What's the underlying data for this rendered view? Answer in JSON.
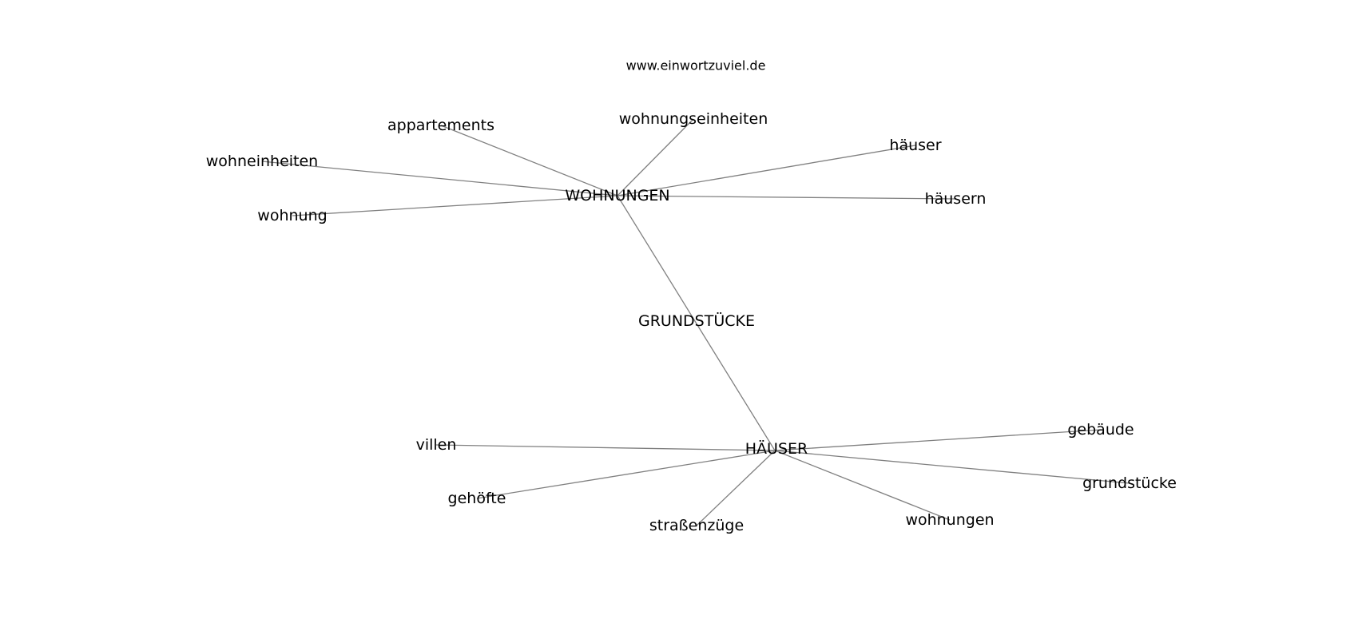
{
  "watermark": "www.einwortzuviel.de",
  "graph": {
    "nodes": [
      {
        "id": "wohnungen_hub",
        "label": "WOHNUNGEN"
      },
      {
        "id": "haeuser_hub",
        "label": "HÄUSER"
      },
      {
        "id": "grundstuecke_hub",
        "label": "GRUNDSTÜCKE"
      },
      {
        "id": "appartements",
        "label": "appartements"
      },
      {
        "id": "wohnungseinheiten",
        "label": "wohnungseinheiten"
      },
      {
        "id": "haeuser_small",
        "label": "häuser"
      },
      {
        "id": "wohneinheiten",
        "label": "wohneinheiten"
      },
      {
        "id": "wohnung",
        "label": "wohnung"
      },
      {
        "id": "haeusern",
        "label": "häusern"
      },
      {
        "id": "villen",
        "label": "villen"
      },
      {
        "id": "gebaeude",
        "label": "gebäude"
      },
      {
        "id": "grundstuecke_small",
        "label": "grundstücke"
      },
      {
        "id": "gehoefte",
        "label": "gehöfte"
      },
      {
        "id": "strassenzuege",
        "label": "straßenzüge"
      },
      {
        "id": "wohnungen_small",
        "label": "wohnungen"
      }
    ],
    "edges": [
      [
        "wohnungen_hub",
        "appartements"
      ],
      [
        "wohnungen_hub",
        "wohnungseinheiten"
      ],
      [
        "wohnungen_hub",
        "haeuser_small"
      ],
      [
        "wohnungen_hub",
        "wohneinheiten"
      ],
      [
        "wohnungen_hub",
        "wohnung"
      ],
      [
        "wohnungen_hub",
        "haeusern"
      ],
      [
        "wohnungen_hub",
        "haeuser_hub"
      ],
      [
        "haeuser_hub",
        "villen"
      ],
      [
        "haeuser_hub",
        "gebaeude"
      ],
      [
        "haeuser_hub",
        "grundstuecke_small"
      ],
      [
        "haeuser_hub",
        "gehoefte"
      ],
      [
        "haeuser_hub",
        "strassenzuege"
      ],
      [
        "haeuser_hub",
        "wohnungen_small"
      ]
    ]
  }
}
